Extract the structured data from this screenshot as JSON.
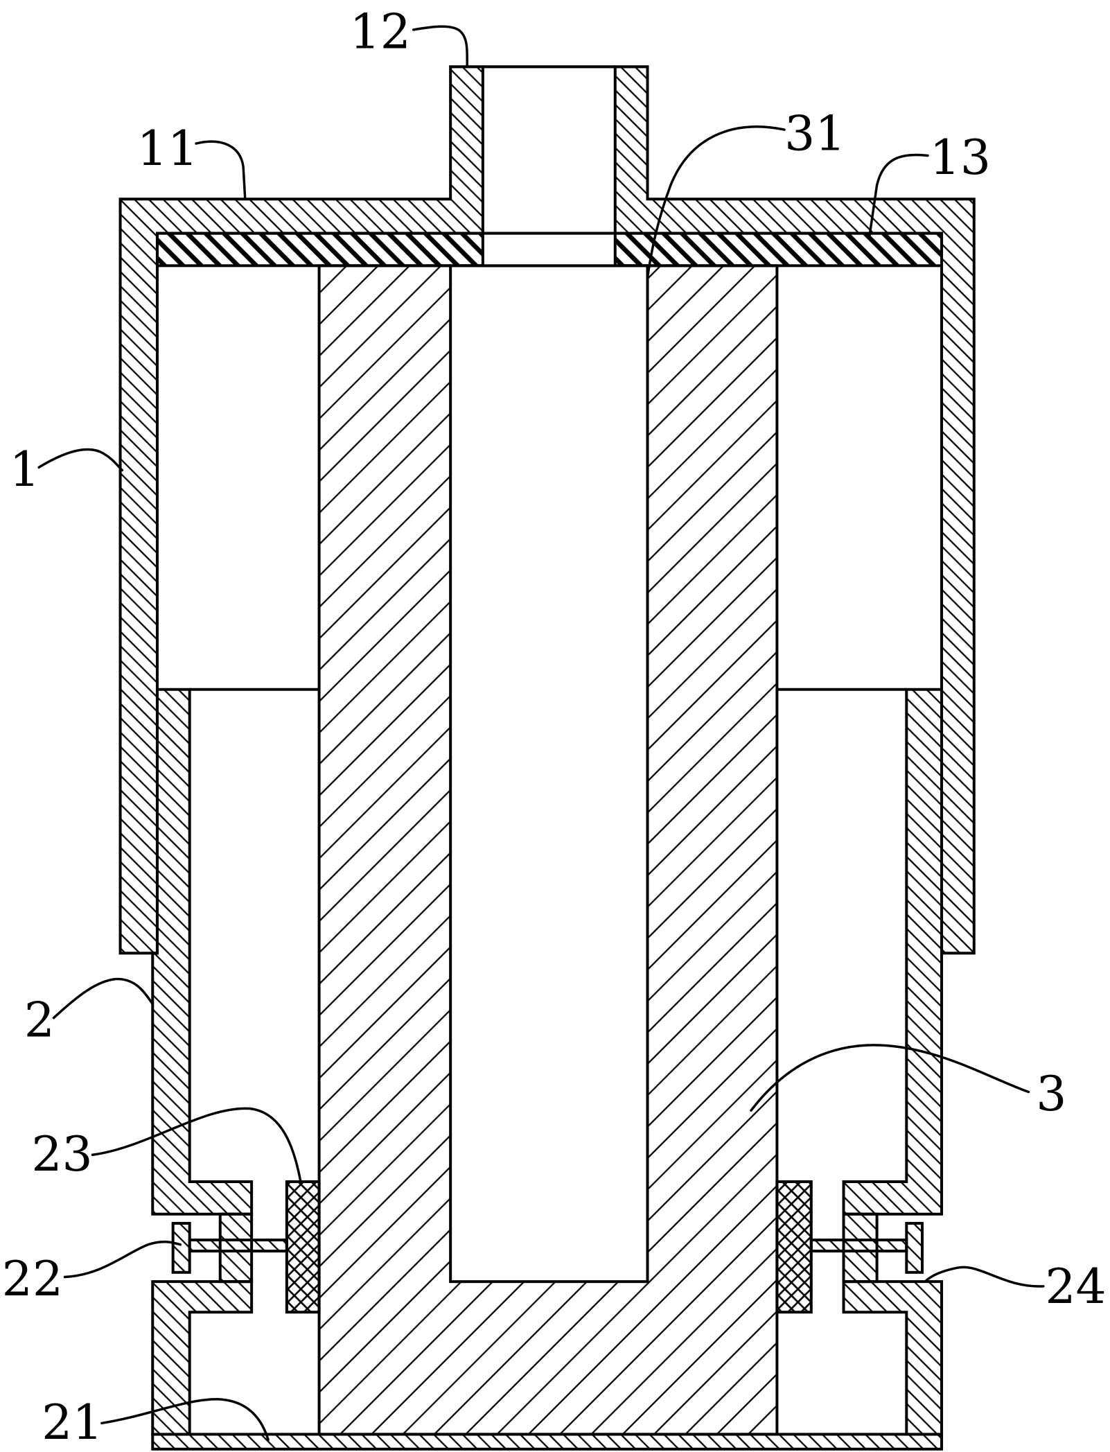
{
  "colors": {
    "line": "#000000",
    "background": "#ffffff"
  },
  "reference_numerals": {
    "n1": "1",
    "n11": "11",
    "n12": "12",
    "n13": "13",
    "n2": "2",
    "n21": "21",
    "n22": "22",
    "n23": "23",
    "n24": "24",
    "n3": "3",
    "n31": "31"
  }
}
